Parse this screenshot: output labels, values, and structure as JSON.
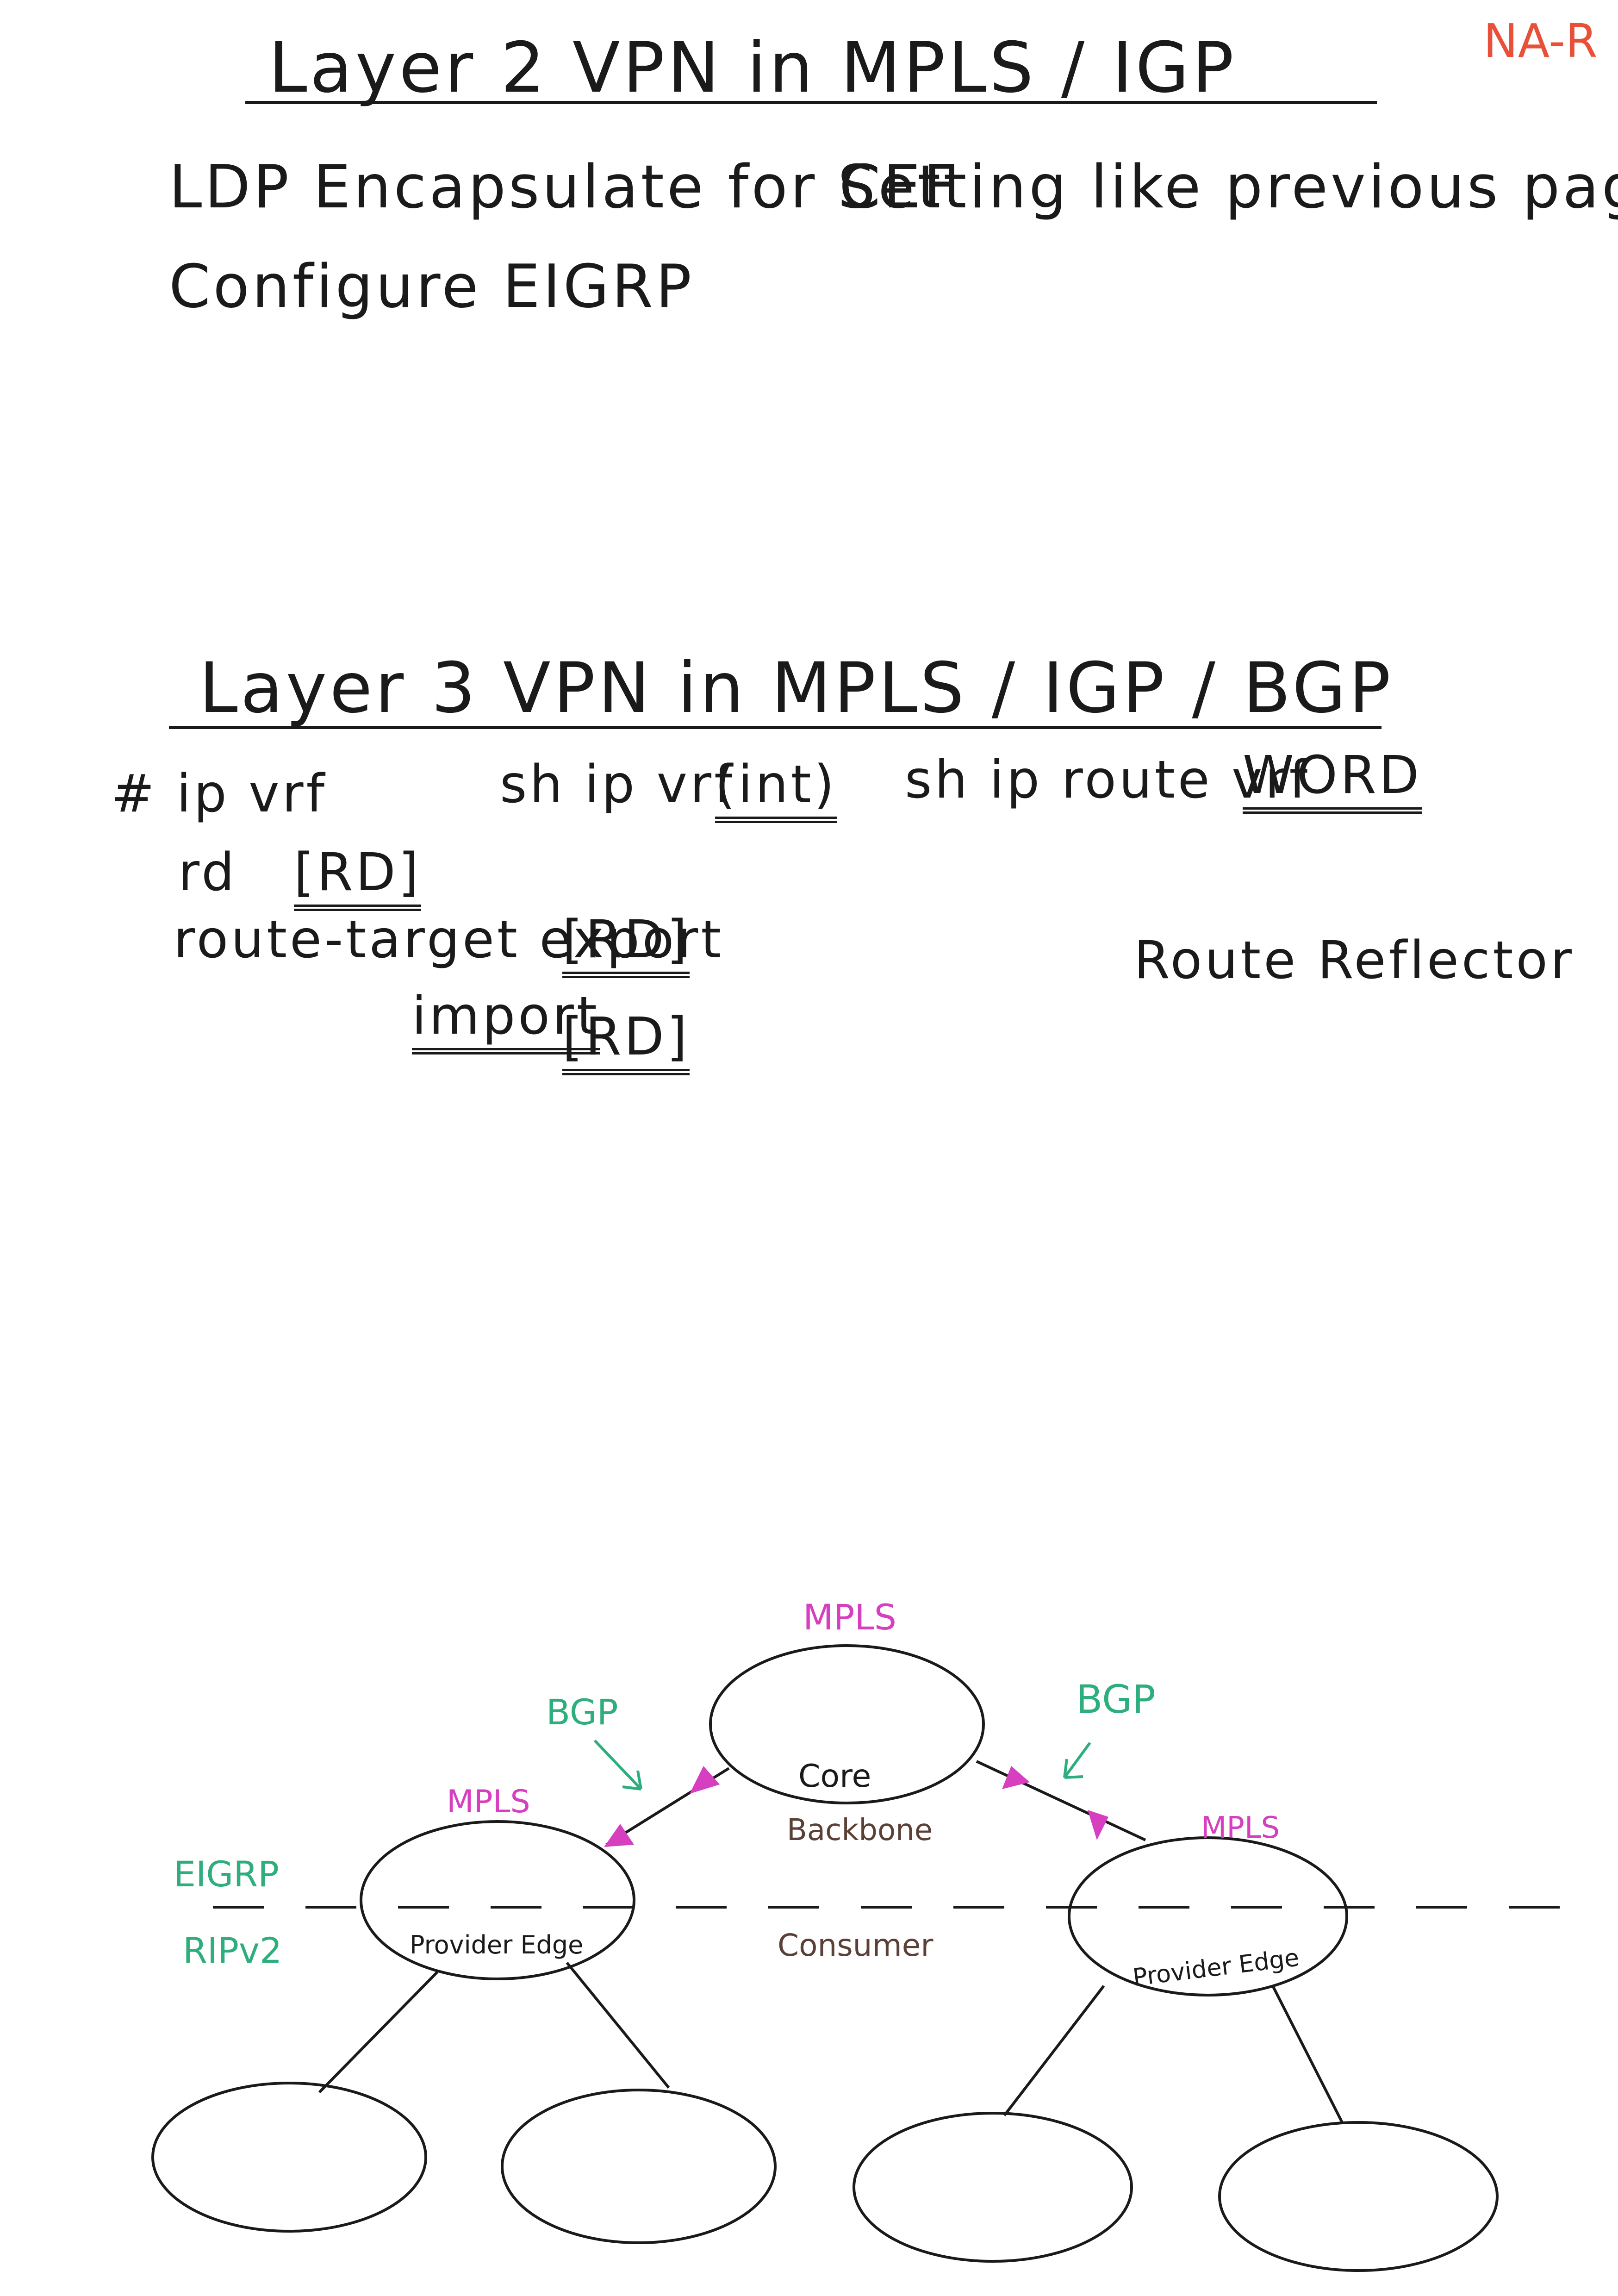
{
  "corner_tag": "NA-R",
  "section1": {
    "title": "Layer 2 VPN in MPLS / IGP",
    "line1": "LDP Encapsulate for CEF",
    "line1_note": "Setting like previous page",
    "line2": "Configure EIGRP"
  },
  "section2": {
    "title": "Layer 3 VPN in MPLS / IGP / BGP",
    "cmd_ip_vrf": "# ip vrf",
    "cmd_sh_ip_vrf": "sh ip vrf",
    "cmd_sh_ip_vrf_arg": "(int)",
    "cmd_sh_ip_route": "sh ip route vrf",
    "cmd_sh_ip_route_arg": "WORD",
    "rd_cmd": "rd",
    "rd_arg": "[RD]",
    "rt_cmd": "route-target export",
    "rt_export_arg": "[RD]",
    "rt_import": "import",
    "rt_import_arg": "[RD]",
    "route_reflector": "Route Reflector"
  },
  "diagram": {
    "core_top_label": "MPLS",
    "core_inner": "Core",
    "core_below": "Backbone",
    "bgp_left": "BGP",
    "bgp_right": "BGP",
    "pe_left_top": "MPLS",
    "pe_left_inner": "Provider Edge",
    "pe_right_top": "MPLS",
    "pe_right_inner": "Provider Edge",
    "igp_label_1": "EIGRP",
    "igp_label_2": "RIPv2",
    "consumer_label": "Consumer",
    "colors": {
      "mpls": "#d63fbf",
      "bgp": "#2fae7d",
      "igp": "#2fae7d",
      "core_labels": "#5a4036",
      "ink": "#1a1a1a"
    }
  }
}
